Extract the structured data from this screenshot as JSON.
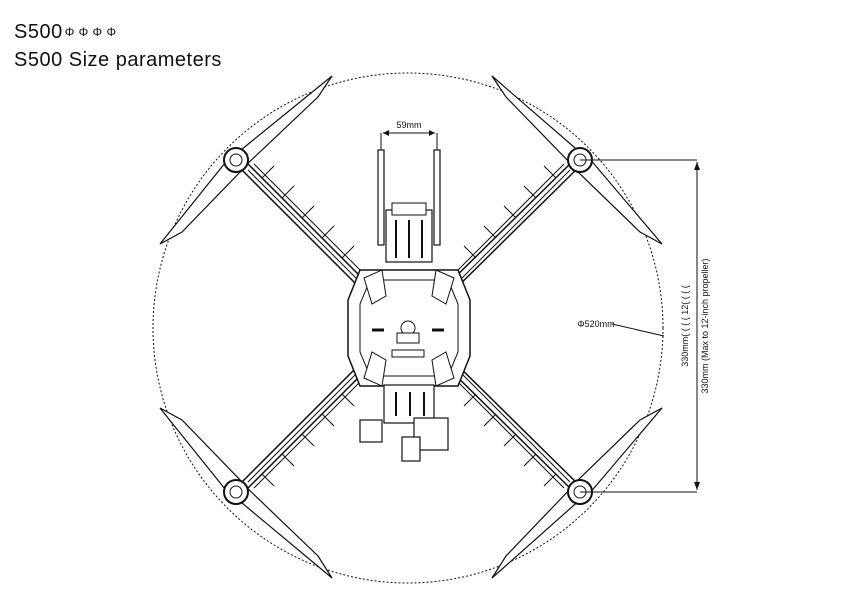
{
  "header": {
    "title_cn": "S500",
    "title_cn_suffix": "Φ Φ Φ Φ",
    "title_en": "S500 Size parameters"
  },
  "dimensions": {
    "width_top": "59mm",
    "diameter": "Φ520mm",
    "vertical_left": "330mm( ( ( ( 12( ( ( (",
    "vertical_right": "330mm (Max to 12-inch propeller)"
  },
  "colors": {
    "line": "#111111",
    "background": "#ffffff",
    "gray": "#777777"
  }
}
